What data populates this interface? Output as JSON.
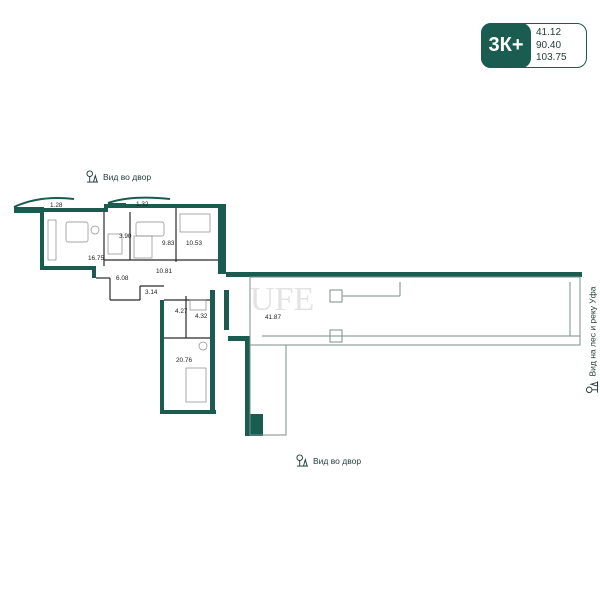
{
  "badge": {
    "type": "3К+",
    "areas": [
      "41.12",
      "90.40",
      "103.75"
    ],
    "accent": "#1a5c4f"
  },
  "views": {
    "top": "Вид во двор",
    "bottom": "Вид во двор",
    "right": "Вид на лес и реку Уфа"
  },
  "rooms": [
    {
      "id": "balcony-left",
      "area": "1.28"
    },
    {
      "id": "balcony-mid",
      "area": "1.32"
    },
    {
      "id": "bathroom-small",
      "area": "3.90"
    },
    {
      "id": "bedroom-1",
      "area": "9.83"
    },
    {
      "id": "bedroom-2",
      "area": "10.53"
    },
    {
      "id": "kitchen-living",
      "area": "16.75"
    },
    {
      "id": "hall",
      "area": "10.81"
    },
    {
      "id": "corridor",
      "area": "6.08"
    },
    {
      "id": "wardrobe",
      "area": "3.14"
    },
    {
      "id": "terrace",
      "area": "41.87"
    },
    {
      "id": "bathroom-a",
      "area": "4.27"
    },
    {
      "id": "bathroom-b",
      "area": "4.32"
    },
    {
      "id": "master-bedroom",
      "area": "20.76"
    }
  ],
  "watermark": "UFE"
}
